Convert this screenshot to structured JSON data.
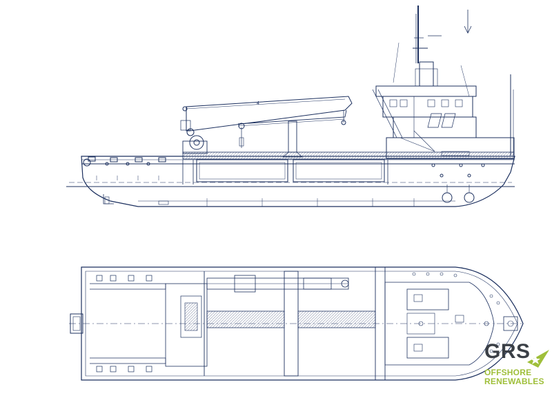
{
  "logo": {
    "brand": "GRS",
    "tagline_line1": "OFFSHORE",
    "tagline_line2": "RENEWABLES",
    "colors": {
      "dark": "#3a3f46",
      "accent": "#9fbf3a"
    }
  },
  "drawing": {
    "line_color": "#1b2f5e",
    "hatch_color": "#8a94ad",
    "crane_label": "4"
  }
}
